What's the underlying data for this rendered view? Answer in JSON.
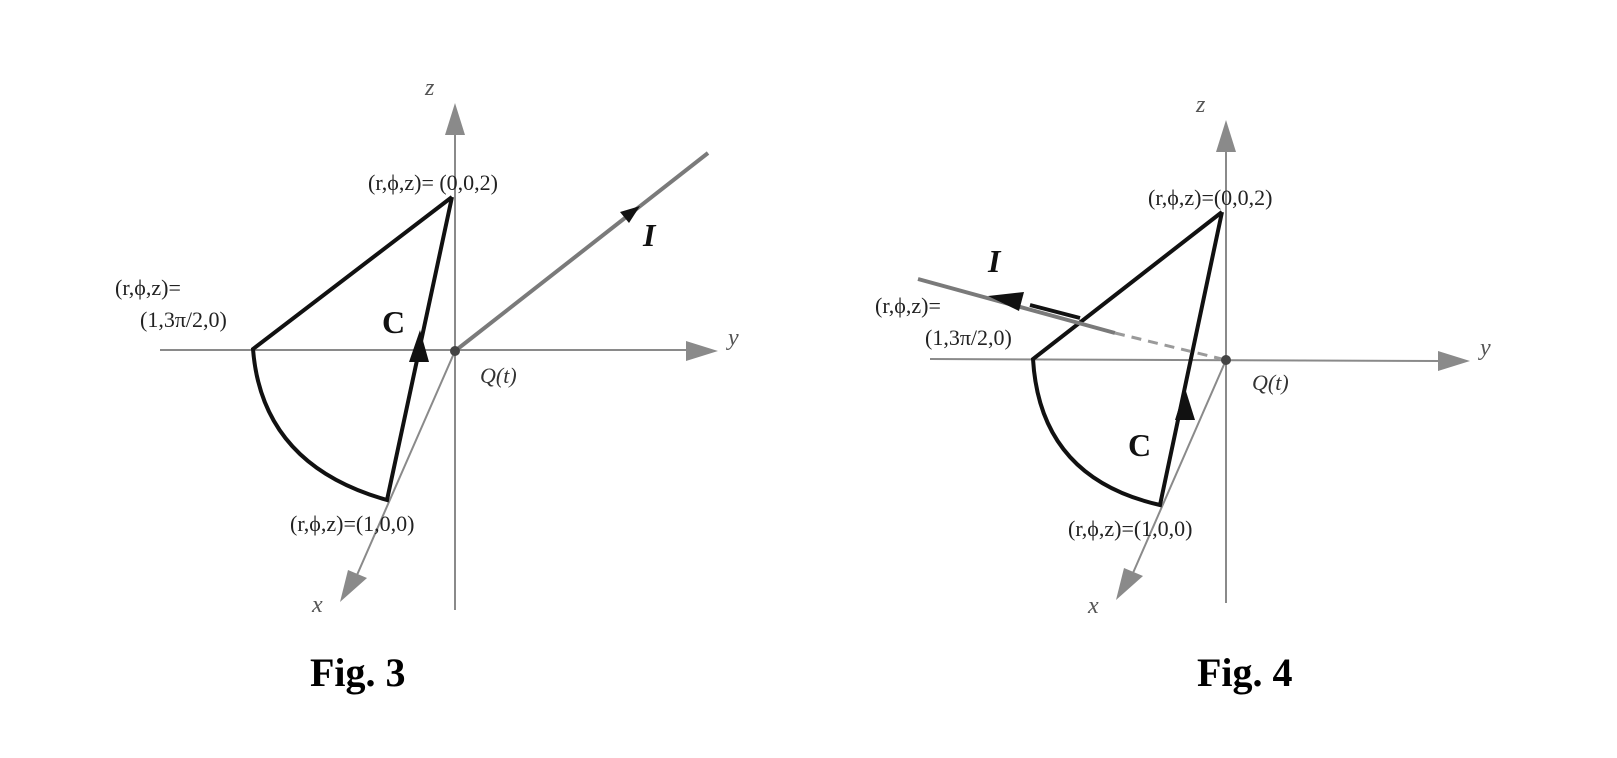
{
  "figures": [
    {
      "caption": "Fig. 3",
      "axes": {
        "x": "x",
        "y": "y",
        "z": "z"
      },
      "origin_label": "Q(t)",
      "curve_label": "C",
      "current_label": "I",
      "points": {
        "top": "(r,ϕ,z)= (0,0,2)",
        "left_line1": "(r,ϕ,z)=",
        "left_line2": "(1,3π/2,0)",
        "bottom": "(r,ϕ,z)=(1,0,0)"
      }
    },
    {
      "caption": "Fig. 4",
      "axes": {
        "x": "x",
        "y": "y",
        "z": "z"
      },
      "origin_label": "Q(t)",
      "curve_label": "C",
      "current_label": "I",
      "points": {
        "top": "(r,ϕ,z)=(0,0,2)",
        "left_line1": "(r,ϕ,z)=",
        "left_line2": "(1,3π/2,0)",
        "bottom": "(r,ϕ,z)=(1,0,0)"
      }
    }
  ],
  "colors": {
    "axis": "#8a8a8a",
    "curve": "#111111",
    "current": "#7a7a7a"
  }
}
